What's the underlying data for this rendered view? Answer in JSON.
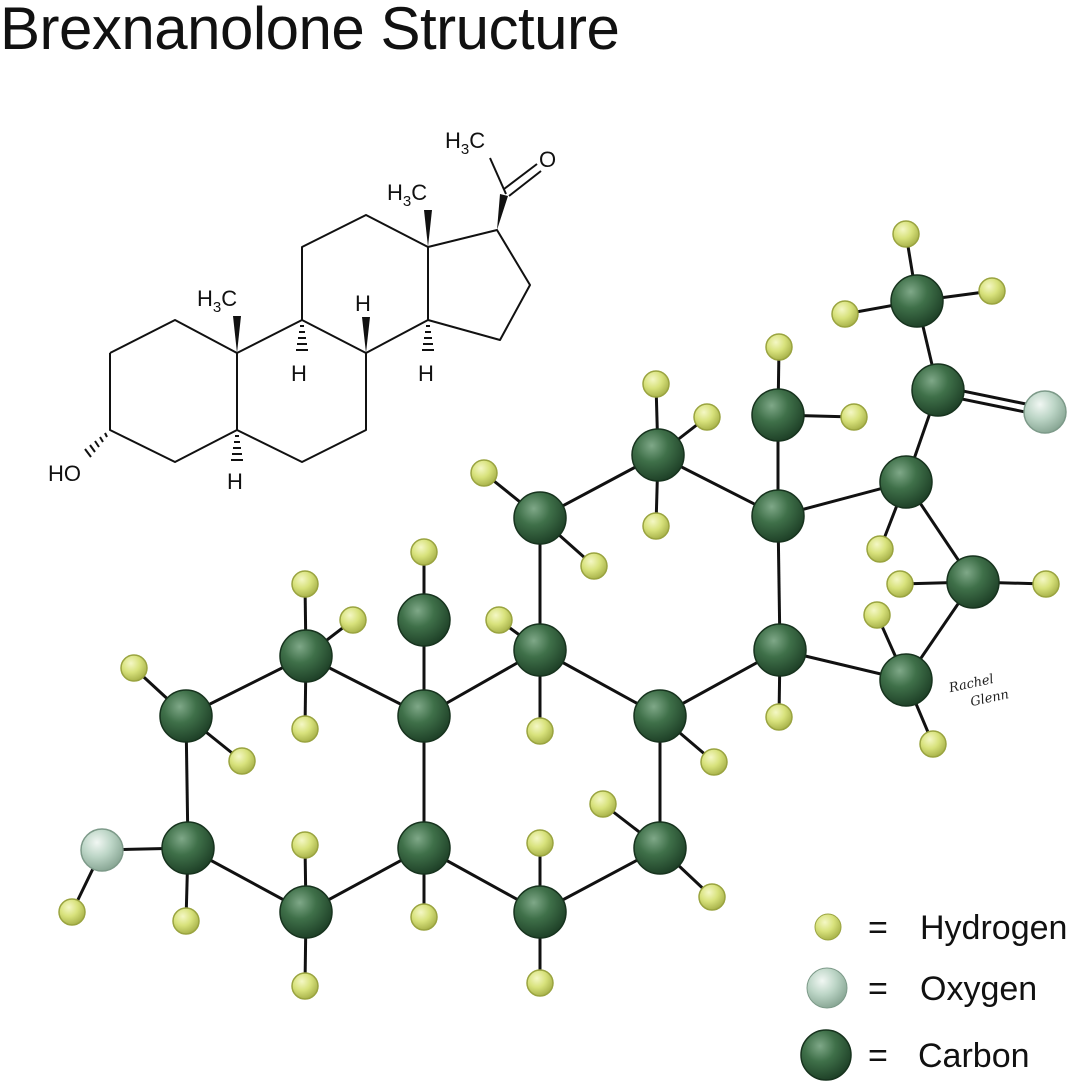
{
  "title": "Brexnanolone Structure",
  "skeletal_formula": {
    "labels": {
      "acetyl_methyl": "H",
      "acetyl_methyl_sub": "3",
      "acetyl_methyl_c": "C",
      "carbonyl_o": "O",
      "c18_methyl": "H",
      "c18_methyl_sub": "3",
      "c18_methyl_c": "C",
      "c19_methyl": "H",
      "c19_methyl_sub": "3",
      "c19_methyl_c": "C",
      "hydroxyl": "HO",
      "h_c8": "H",
      "h_c9": "H",
      "h_c14": "H",
      "h_c5": "H"
    }
  },
  "legend": {
    "hydrogen": {
      "symbol": "=",
      "label": "Hydrogen"
    },
    "oxygen": {
      "symbol": "=",
      "label": "Oxygen"
    },
    "carbon": {
      "symbol": "=",
      "label": "Carbon"
    }
  },
  "colors": {
    "carbon": "#3a6b45",
    "hydrogen": "#d6e07a",
    "oxygen": "#b9d4c4"
  },
  "signature": {
    "line1": "Rachel",
    "line2": "Glenn"
  }
}
